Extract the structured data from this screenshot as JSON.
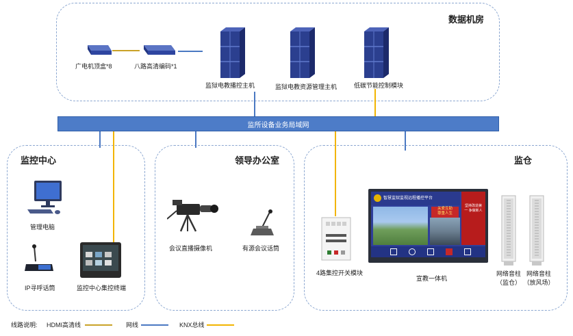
{
  "zones": {
    "data_room": "数据机房",
    "monitor_center": "监控中心",
    "leader_office": "领导办公室",
    "cell": "监仓"
  },
  "network_bar": "监所设备业务局域网",
  "devices": {
    "set_top_box": "广电机顶盒*8",
    "hd_encoder": "八路高清编码*1",
    "host_broadcast": "监狱电教播控主机",
    "host_resource": "监狱电教资源管理主机",
    "host_energy": "低碳节能控制模块",
    "mgmt_pc": "管理电脑",
    "ip_mic": "IP寻呼话筒",
    "center_terminal": "监控中心集控终端",
    "camera": "会议直播摄像机",
    "conf_mic": "有源会议话筒",
    "knx_switch": "4路集控开关模块",
    "edu_screen": "宣教一体机",
    "speaker_cell": [
      "网络音柱",
      "（监仓）"
    ],
    "speaker_yard": [
      "网络音柱",
      "（放风场）"
    ]
  },
  "screen_ui": {
    "header": "智慧监狱监视远程播控平台",
    "banner": [
      "关爱互助",
      "尊重人生"
    ],
    "side": "坚持改造第一 争做新人"
  },
  "legend": {
    "title": "线路说明:",
    "hdmi": "HDMI高清线",
    "net": "网线",
    "knx": "KNX总线"
  },
  "colors": {
    "net": "#4a78c2",
    "hdmi": "#c9a227",
    "knx": "#f2b400",
    "server": "#2b3f8f",
    "zone_border": "#8aa6d0"
  }
}
